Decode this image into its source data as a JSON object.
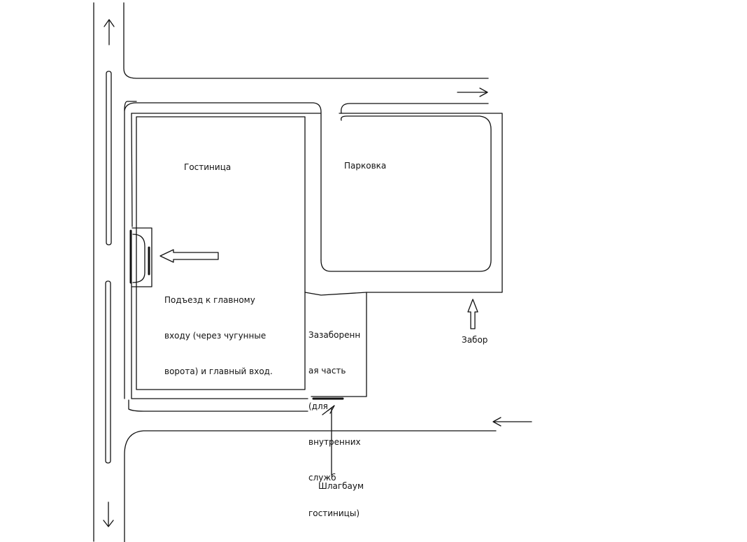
{
  "labels": {
    "hotel": "Гостиница",
    "parking": "Парковка",
    "entrance_lines": [
      "Подъезд к главному",
      "входу (через чугунные",
      "ворота) и главный вход."
    ],
    "fenced_lines": [
      "Зазаборенн",
      "ая часть",
      "(для",
      "внутренних",
      "служб",
      "гостиницы)"
    ],
    "fence": "Забор",
    "barrier": "Шлагбаум"
  },
  "colors": {
    "ink": "#111111",
    "background": "#ffffff"
  }
}
